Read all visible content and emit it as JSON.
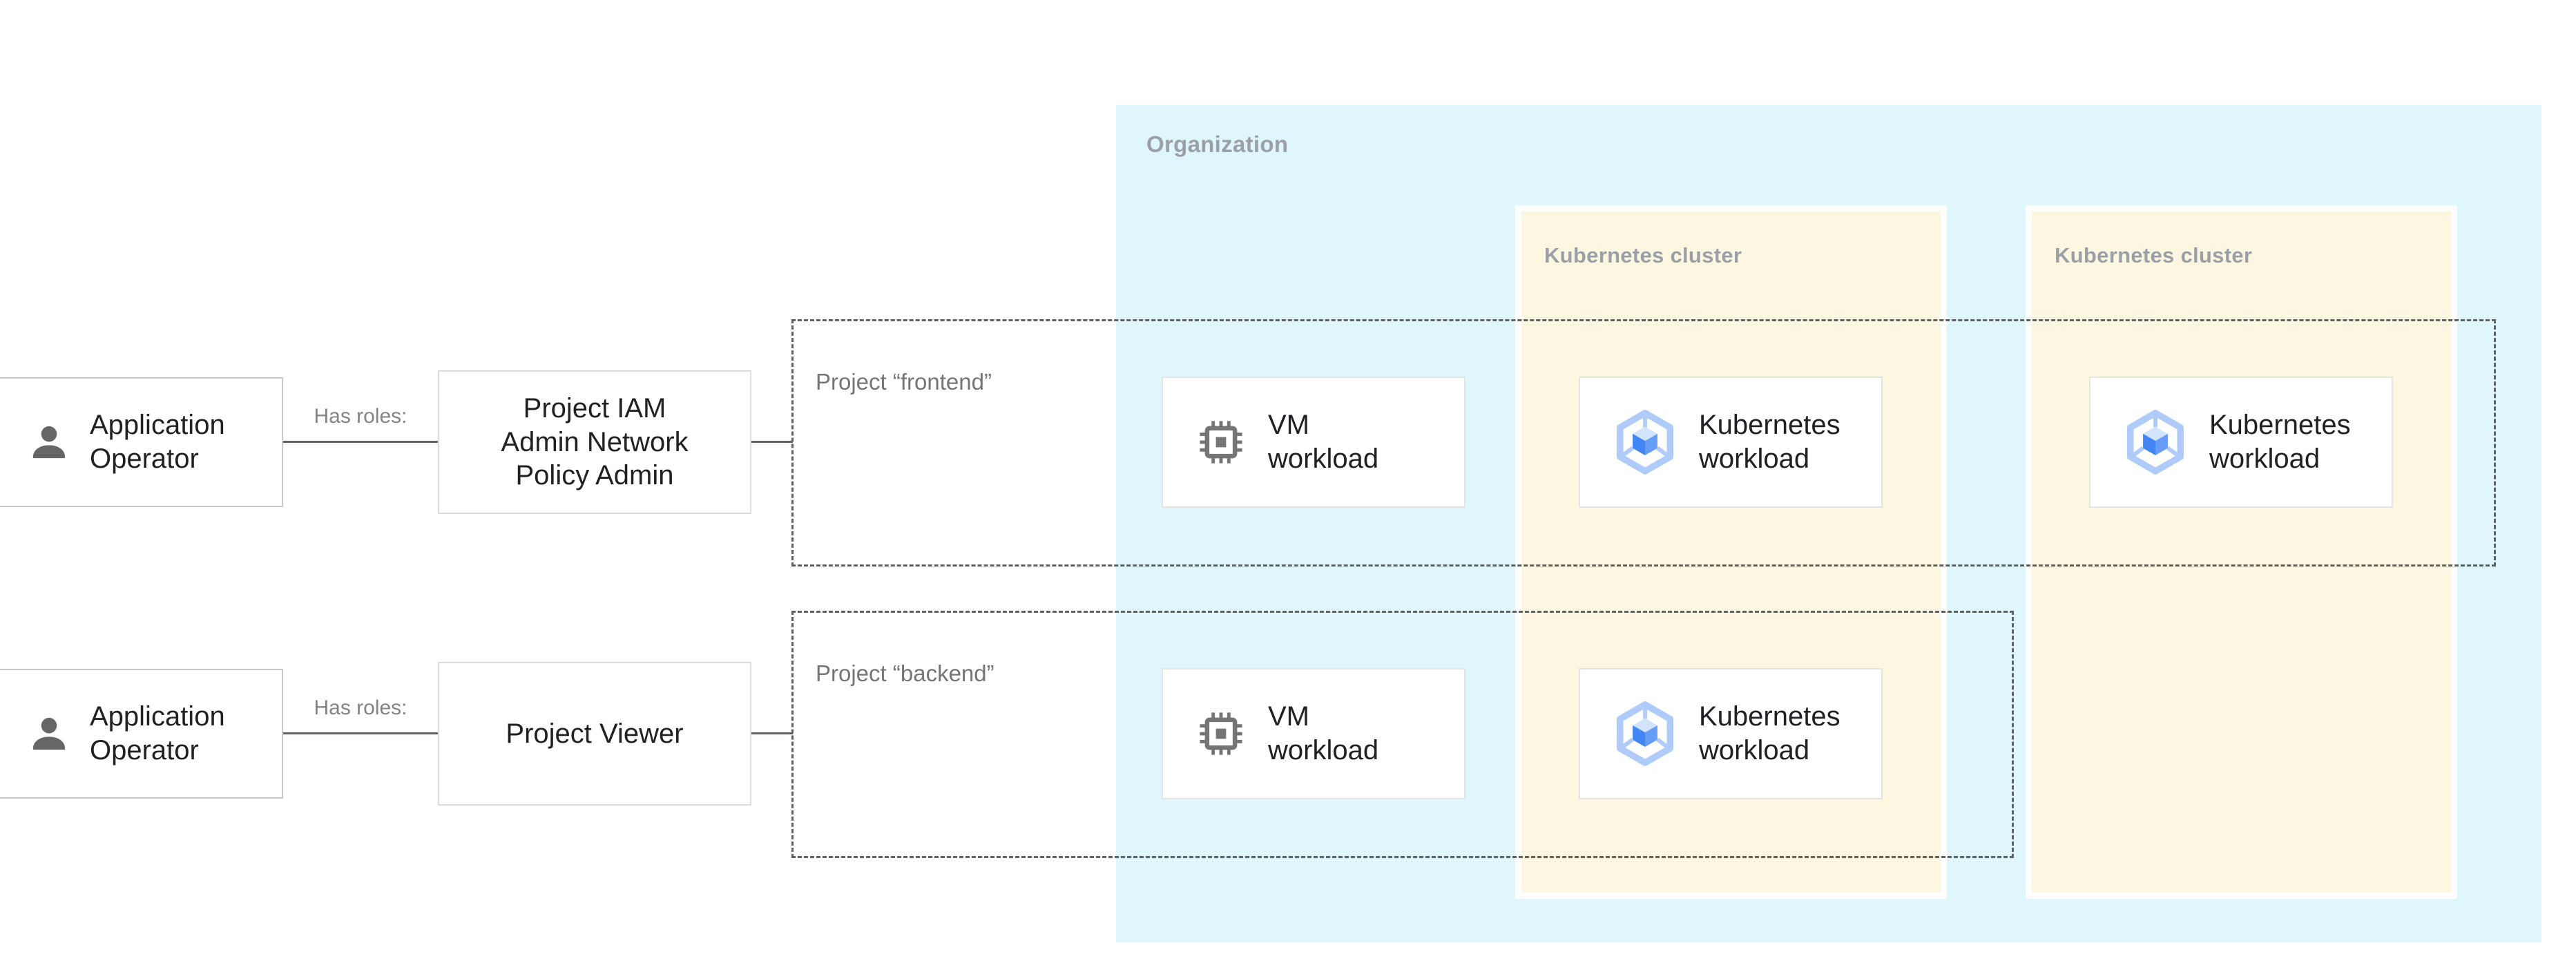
{
  "organization": {
    "label": "Organization"
  },
  "clusters": [
    {
      "label": "Kubernetes cluster"
    },
    {
      "label": "Kubernetes cluster"
    }
  ],
  "projects": [
    {
      "label": "Project “frontend”"
    },
    {
      "label": "Project “backend”"
    }
  ],
  "actors": [
    {
      "label": "Application Operator",
      "icon": "person-icon"
    },
    {
      "label": "Application Operator",
      "icon": "person-icon"
    }
  ],
  "edges": [
    {
      "label": "Has roles:"
    },
    {
      "label": "Has roles:"
    }
  ],
  "roles": [
    {
      "label": "Project IAM Admin Network Policy Admin"
    },
    {
      "label": "Project Viewer"
    }
  ],
  "workloads": [
    {
      "kind": "vm",
      "icon": "chip-icon",
      "label": "VM workload"
    },
    {
      "kind": "kubernetes",
      "icon": "gke-hexagon-icon",
      "label": "Kubernetes workload"
    },
    {
      "kind": "kubernetes",
      "icon": "gke-hexagon-icon",
      "label": "Kubernetes workload"
    },
    {
      "kind": "vm",
      "icon": "chip-icon",
      "label": "VM workload"
    },
    {
      "kind": "kubernetes",
      "icon": "gke-hexagon-icon",
      "label": "Kubernetes workload"
    }
  ],
  "colors": {
    "organization_fill": "#E0F6FD",
    "cluster_fill": "#FDF7E2",
    "node_fill": "#FFFFFF",
    "node_border": "#E0E0E0",
    "dashed_border": "#616161",
    "connector": "#5F6368",
    "text_dark": "#202124",
    "label_gray": "#757575",
    "container_label_gray": "#9AA0A6",
    "icon_gray": "#757575",
    "gke_blue_dark": "#4285F4",
    "gke_blue_mid": "#669DF6",
    "gke_blue_pale": "#D2E3FC",
    "gke_blue_light": "#AECBFA"
  }
}
